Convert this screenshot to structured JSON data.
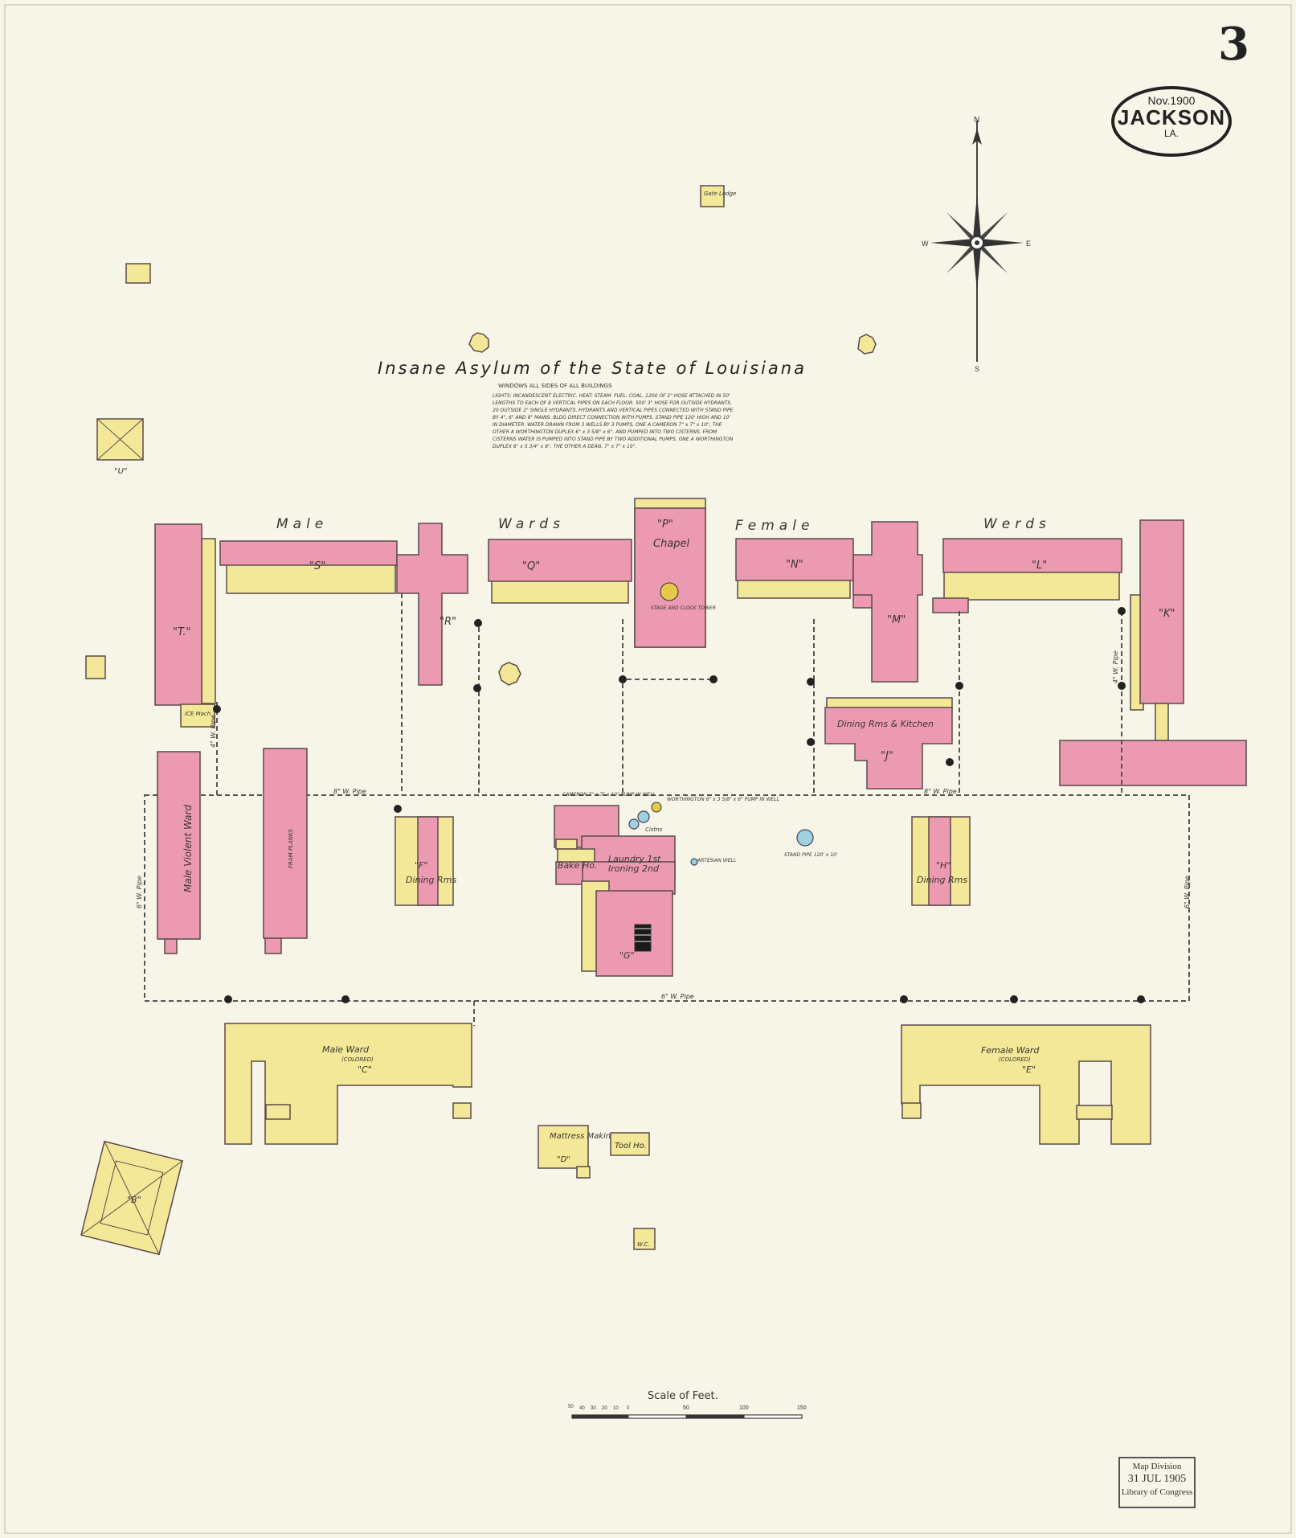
{
  "sheet": {
    "page_number": "3",
    "badge": {
      "date": "Nov.1900",
      "city": "JACKSON",
      "state": "LA."
    },
    "title": "Insane Asylum of the State of Louisiana",
    "notes_heading": "WINDOWS ALL SIDES OF ALL BUILDINGS",
    "notes": "LIGHTS: INCANDESCENT ELECTRIC. HEAT: STEAM. FUEL: COAL. 1200 OF 2\" HOSE ATTACHED IN 50' LENGTHS TO EACH OF 8 VERTICAL PIPES ON EACH FLOOR. 500' 3\" HOSE FOR OUTSIDE HYDRANTS. 20 OUTSIDE 2\" SINGLE HYDRANTS. HYDRANTS AND VERTICAL PIPES CONNECTED WITH STAND PIPE BY 4\", 6\" AND 8\" MAINS. BLDG DIRECT CONNECTION WITH PUMPS. STAND PIPE 120' HIGH AND 10' IN DIAMETER. WATER DRAWN FROM 3 WELLS BY 3 PUMPS, ONE A CAMERON 7\" x 7\" x 10\", THE OTHER A WORTHINGTON DUPLEX 6\" x 3 5/8\" x 6\". AND PUMPED INTO TWO CISTERNS. FROM CISTERNS WATER IS PUMPED INTO STAND PIPE BY TWO ADDITIONAL PUMPS. ONE A WORTHINGTON DUPLEX 6\" x 5 3/4\" x 6\", THE OTHER A DEAN, 7\" x 7\" x 10\"."
  },
  "compass": {
    "n": "N",
    "s": "S",
    "e": "E",
    "w": "W"
  },
  "wards": {
    "male": "Male",
    "wards": "Wards",
    "female": "Female",
    "werds": "Werds"
  },
  "buildings": {
    "t": "\"T.\"",
    "s": "\"S\"",
    "r": "\"R\"",
    "q": "\"Q\"",
    "p": "\"P\"",
    "chapel": "Chapel",
    "clock_tower": "STAGE AND CLOCK TOWER",
    "n": "\"N\"",
    "m": "\"M\"",
    "l": "\"L\"",
    "k": "\"K\"",
    "dining_kitchen": "Dining Rms & Kitchen",
    "j": "\"J\"",
    "male_violent": "Male Violent Ward",
    "frame_planks": "FRAM PLANKS",
    "f": "\"F\"",
    "dining_rms": "Dining Rms",
    "h": "\"H\"",
    "dining_rms_h": "Dining Rms",
    "laundry": "Laundry 1st",
    "ironing": "Ironing 2nd",
    "bake": "Bake Ho.",
    "g": "\"G\"",
    "cisterns": "Cistns",
    "artesian": "ARTESIAN WELL",
    "stand_pipe": "STAND PIPE 120' x 10'",
    "cameron": "CAMERON 7\" x 7\" x 10\" PUMP IN WELL",
    "worthington": "WORTHINGTON 6\" x 3 5/8\" x 6\" PUMP IN WELL",
    "male_ward": "Male Ward",
    "colored": "(COLORED)",
    "c": "\"C\"",
    "female_ward": "Female Ward",
    "e": "\"E\"",
    "mattress": "Mattress Making",
    "d": "\"D\"",
    "tool": "Tool Ho.",
    "b": "\"B\"",
    "u": "\"U\"",
    "gate": "Gate Lodge",
    "ice": "ICE Mach.",
    "wc": "W.C."
  },
  "pipes": {
    "eight_in": "8\" W. Pipe",
    "six_in": "6\" W. Pipe",
    "four_in": "4\" W. Pipe"
  },
  "scale": {
    "title": "Scale of Feet.",
    "ticks": [
      "50",
      "40",
      "30",
      "20",
      "10",
      "0",
      "50",
      "100",
      "150"
    ]
  },
  "stamp": {
    "line1": "Map Division",
    "line2": "31 JUL 1905",
    "line3": "Library of Congress"
  },
  "colors": {
    "brick": "#ec9ab1",
    "frame": "#f3e897",
    "outline": "#5a4a4a",
    "water": "#9fd0e0",
    "paper": "#f7f4e8"
  }
}
